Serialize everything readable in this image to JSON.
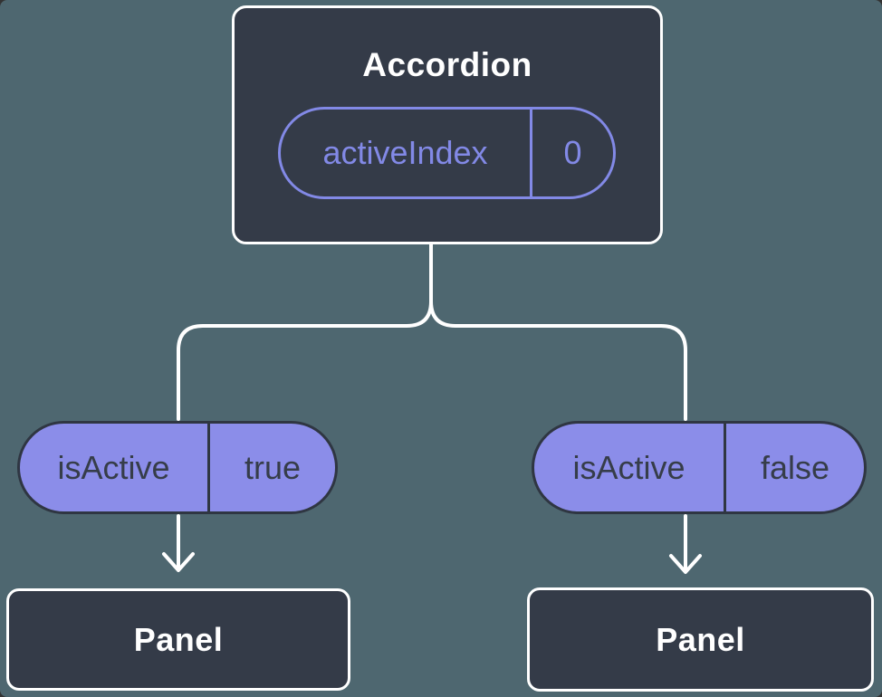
{
  "colors": {
    "bg": "#4E6770",
    "node": "#343B48",
    "nodeBorder": "#FFFFFF",
    "nodeText": "#FFFFFF",
    "pill": "#8B8DE9",
    "pillText": "#363D49",
    "pillBorder": "#2F3642",
    "accent": "#8289E6",
    "line": "#FFFFFF"
  },
  "tree": {
    "root": {
      "label": "Accordion",
      "state": {
        "name": "activeIndex",
        "value": "0"
      }
    },
    "children": [
      {
        "prop": {
          "name": "isActive",
          "value": "true"
        },
        "label": "Panel"
      },
      {
        "prop": {
          "name": "isActive",
          "value": "false"
        },
        "label": "Panel"
      }
    ]
  }
}
